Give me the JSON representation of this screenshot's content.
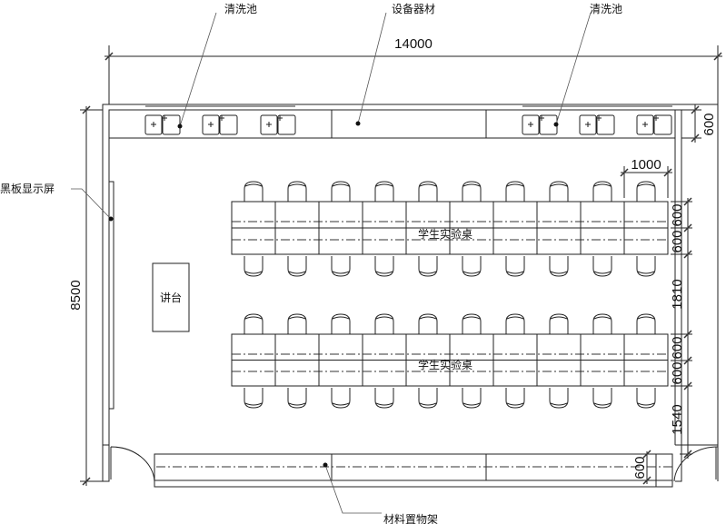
{
  "labels": {
    "sink_left": "清洗池",
    "equipment": "设备器材",
    "sink_right": "清洗池",
    "blackboard": "黑板显示屏",
    "podium": "讲台",
    "table_row_1": "学生实验桌",
    "table_row_2": "学生实验桌",
    "shelf": "材料置物架"
  },
  "dimensions": {
    "width": "14000",
    "depth": "8500",
    "counter": "600",
    "desk_width": "1000",
    "row1_a": "600",
    "row1_b": "600",
    "aisle": "1810",
    "row2_a": "600",
    "row2_b": "600",
    "rear": "1540",
    "shelf": "600"
  },
  "layout": {
    "desks_per_row": 10,
    "rows": 2
  }
}
